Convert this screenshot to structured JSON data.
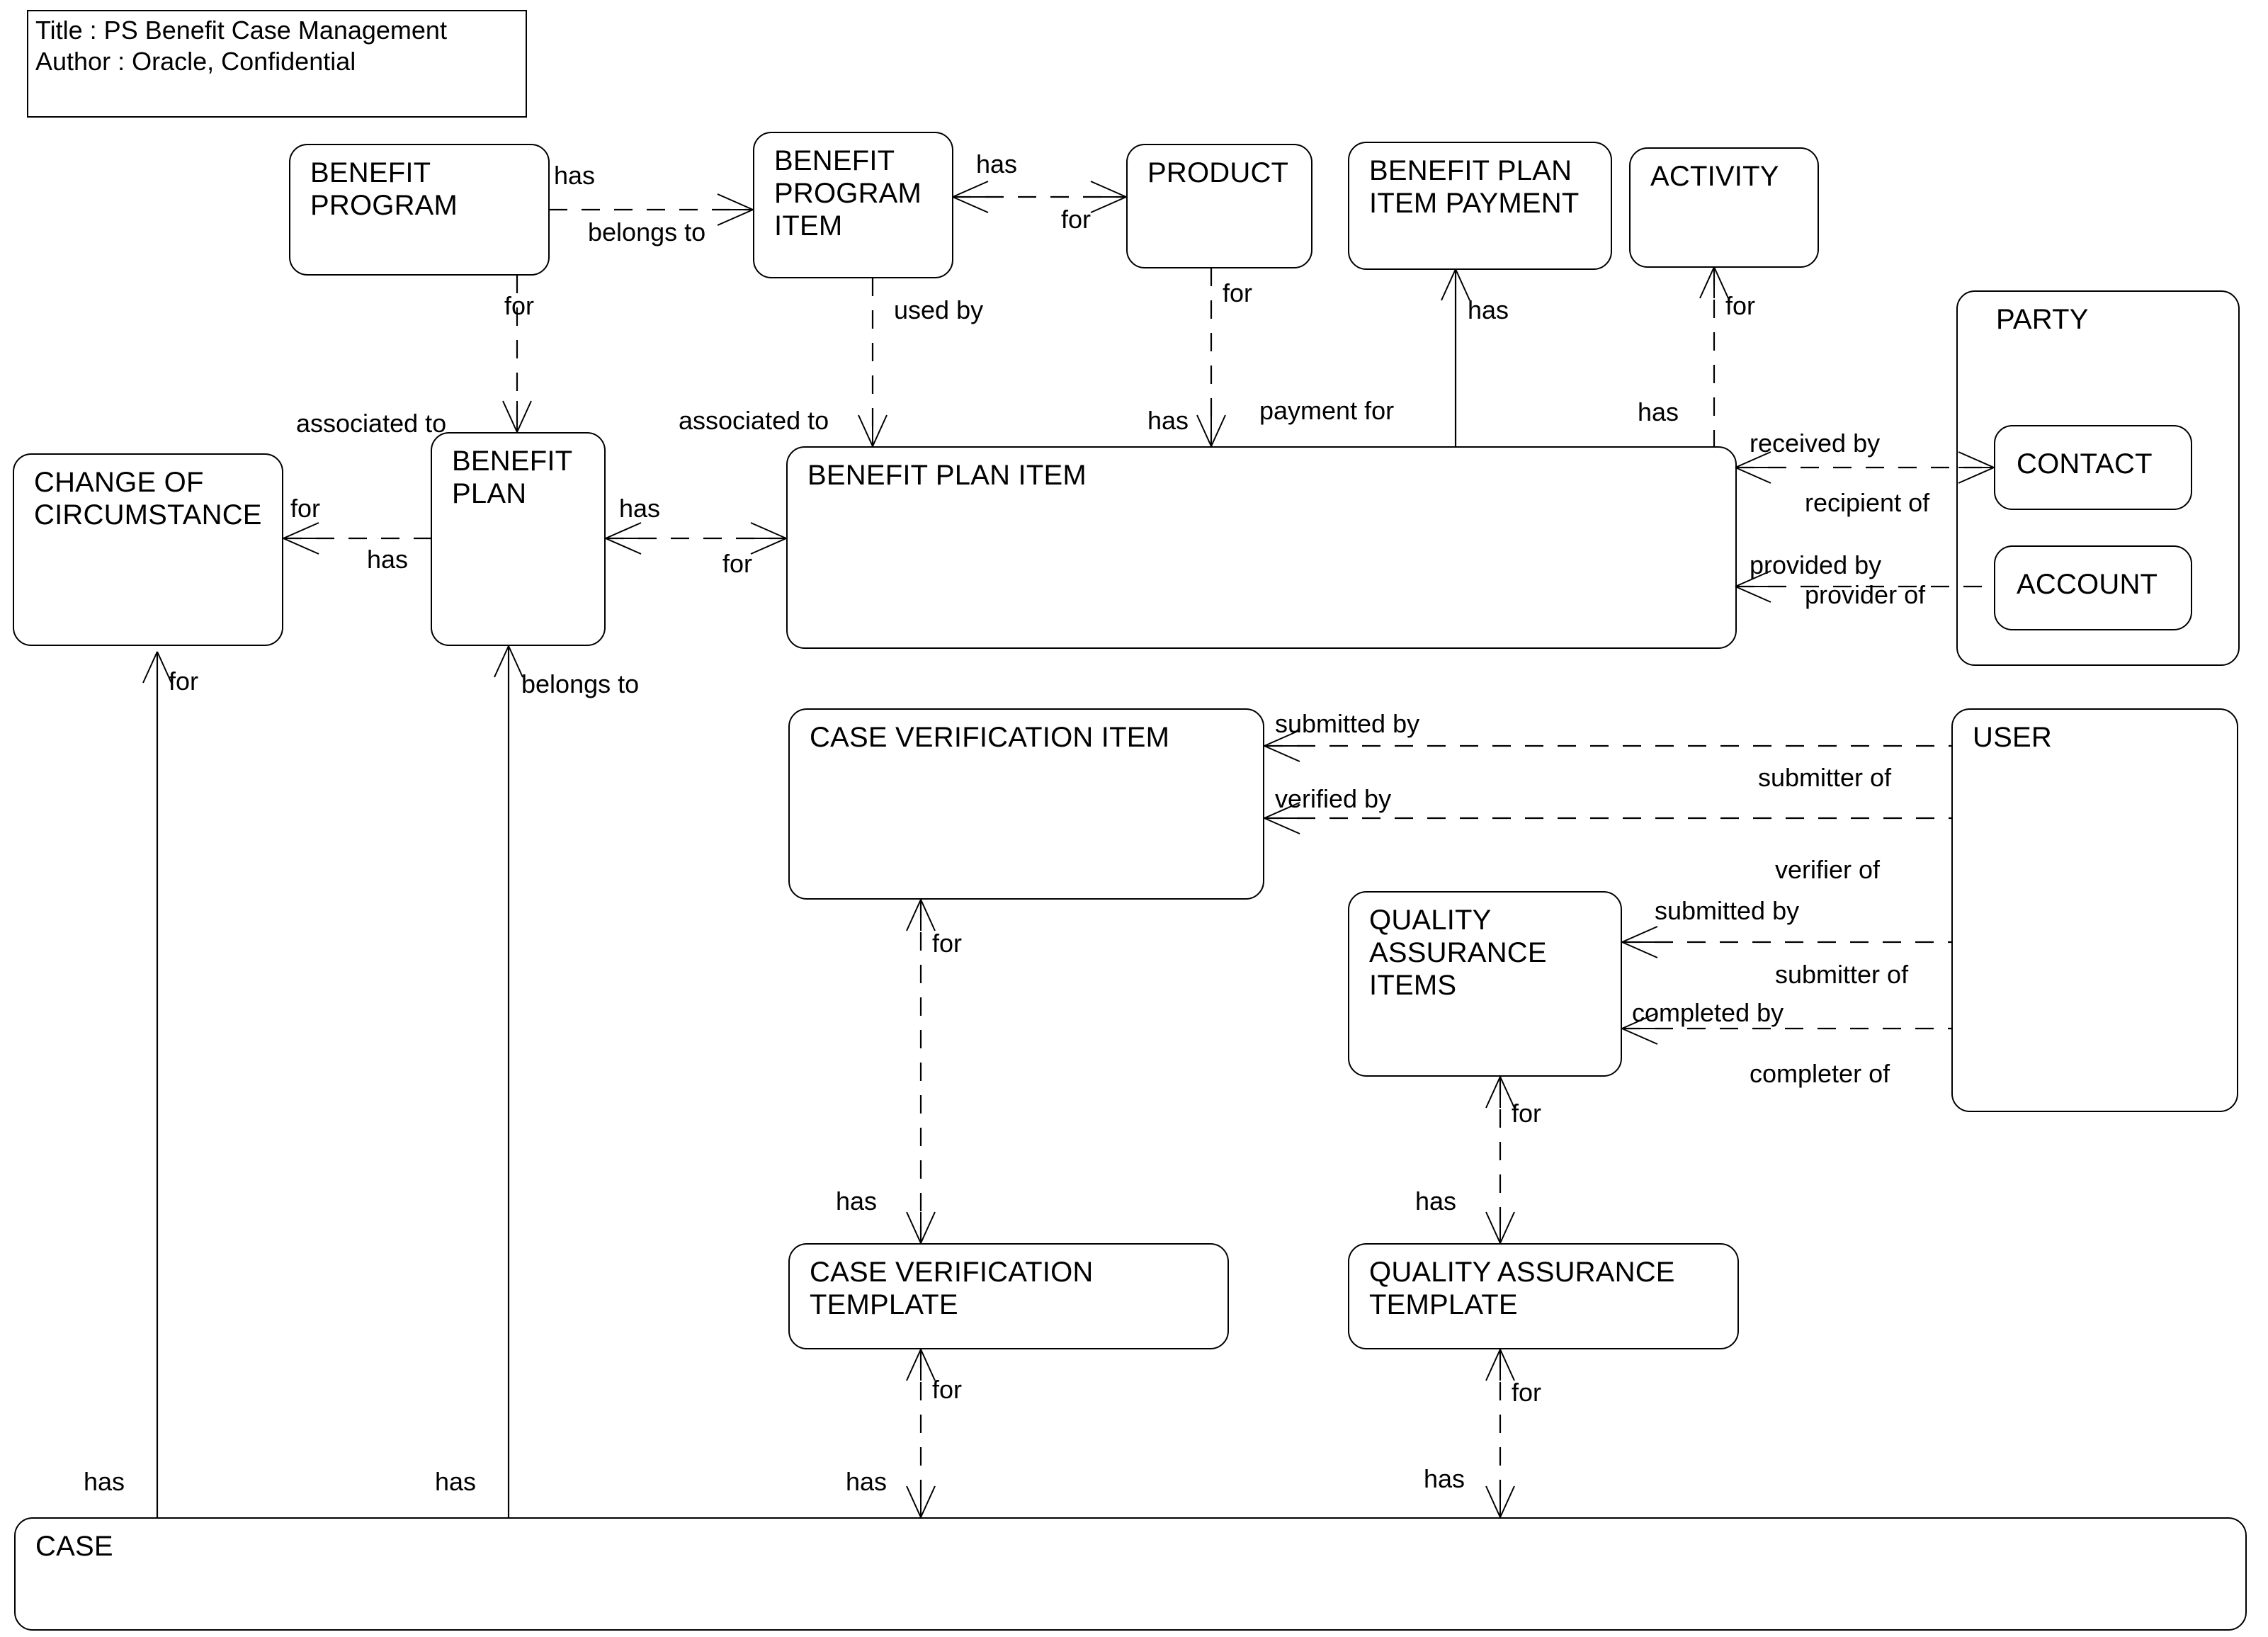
{
  "diagram": {
    "kind": "entity-relationship-diagram",
    "title_block": {
      "title_line": "Title : PS Benefit Case Management",
      "author_line": "Author : Oracle, Confidential"
    },
    "entities": [
      {
        "id": "benefit_program",
        "name": "BENEFIT\nPROGRAM"
      },
      {
        "id": "benefit_program_item",
        "name": "BENEFIT\nPROGRAM\nITEM"
      },
      {
        "id": "product",
        "name": "PRODUCT"
      },
      {
        "id": "benefit_plan_item_payment",
        "name": "BENEFIT PLAN\nITEM PAYMENT"
      },
      {
        "id": "activity",
        "name": "ACTIVITY"
      },
      {
        "id": "party",
        "name": "PARTY"
      },
      {
        "id": "contact",
        "name": "CONTACT"
      },
      {
        "id": "account",
        "name": "ACCOUNT"
      },
      {
        "id": "change_of_circumstance",
        "name": "CHANGE OF\nCIRCUMSTANCE"
      },
      {
        "id": "benefit_plan",
        "name": "BENEFIT\nPLAN"
      },
      {
        "id": "benefit_plan_item",
        "name": "BENEFIT PLAN ITEM"
      },
      {
        "id": "case_verification_item",
        "name": "CASE VERIFICATION ITEM"
      },
      {
        "id": "user",
        "name": "USER"
      },
      {
        "id": "quality_assurance_items",
        "name": "QUALITY\nASSURANCE\nITEMS"
      },
      {
        "id": "case_verification_template",
        "name": "CASE VERIFICATION\nTEMPLATE"
      },
      {
        "id": "quality_assurance_template",
        "name": "QUALITY ASSURANCE\nTEMPLATE"
      },
      {
        "id": "case",
        "name": "CASE"
      }
    ],
    "relationship_labels": [
      {
        "id": "l01",
        "text": "has"
      },
      {
        "id": "l02",
        "text": "belongs to"
      },
      {
        "id": "l03",
        "text": "has"
      },
      {
        "id": "l04",
        "text": "for"
      },
      {
        "id": "l05",
        "text": "for"
      },
      {
        "id": "l06",
        "text": "used by"
      },
      {
        "id": "l07",
        "text": "for"
      },
      {
        "id": "l08",
        "text": "has"
      },
      {
        "id": "l09",
        "text": "for"
      },
      {
        "id": "l10",
        "text": "associated to"
      },
      {
        "id": "l11",
        "text": "associated to"
      },
      {
        "id": "l12",
        "text": "has"
      },
      {
        "id": "l13",
        "text": "payment for"
      },
      {
        "id": "l14",
        "text": "has"
      },
      {
        "id": "l15",
        "text": "received by"
      },
      {
        "id": "l16",
        "text": "recipient of"
      },
      {
        "id": "l17",
        "text": "provided by"
      },
      {
        "id": "l18",
        "text": "provider of"
      },
      {
        "id": "l19",
        "text": "for"
      },
      {
        "id": "l20",
        "text": "has"
      },
      {
        "id": "l21",
        "text": "has"
      },
      {
        "id": "l22",
        "text": "for"
      },
      {
        "id": "l23",
        "text": "for"
      },
      {
        "id": "l24",
        "text": "belongs to"
      },
      {
        "id": "l25",
        "text": "submitted by"
      },
      {
        "id": "l26",
        "text": "submitter of"
      },
      {
        "id": "l27",
        "text": "verified by"
      },
      {
        "id": "l28",
        "text": "verifier of"
      },
      {
        "id": "l29",
        "text": "submitted by"
      },
      {
        "id": "l30",
        "text": "submitter of"
      },
      {
        "id": "l31",
        "text": "completed by"
      },
      {
        "id": "l32",
        "text": "completer of"
      },
      {
        "id": "l33",
        "text": "for"
      },
      {
        "id": "l34",
        "text": "for"
      },
      {
        "id": "l35",
        "text": "has"
      },
      {
        "id": "l36",
        "text": "has"
      },
      {
        "id": "l37",
        "text": "for"
      },
      {
        "id": "l38",
        "text": "for"
      },
      {
        "id": "l39",
        "text": "has"
      },
      {
        "id": "l40",
        "text": "has"
      },
      {
        "id": "l41",
        "text": "has"
      },
      {
        "id": "l42",
        "text": "has"
      }
    ]
  }
}
